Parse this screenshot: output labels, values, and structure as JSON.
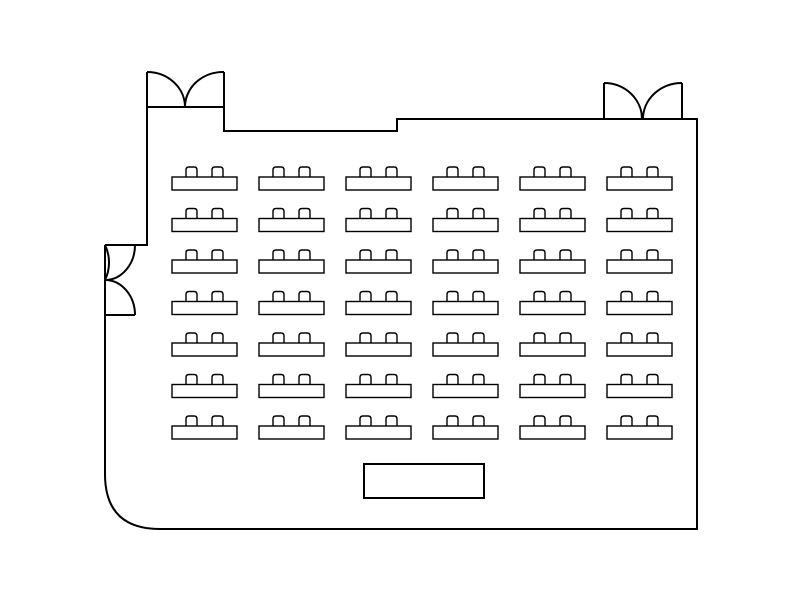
{
  "diagram": {
    "kind": "classroom-seating-plan",
    "colors": {
      "line": "#000000",
      "background": "#ffffff"
    },
    "seating": {
      "rows": 7,
      "columns": 6,
      "chairs_per_desk": 2
    },
    "doors": [
      {
        "name": "double-door-top-left",
        "type": "double-swing"
      },
      {
        "name": "double-door-top-right",
        "type": "double-swing"
      },
      {
        "name": "double-door-left-wall",
        "type": "double-swing"
      }
    ],
    "teacher_desk": {
      "count": 1
    }
  }
}
